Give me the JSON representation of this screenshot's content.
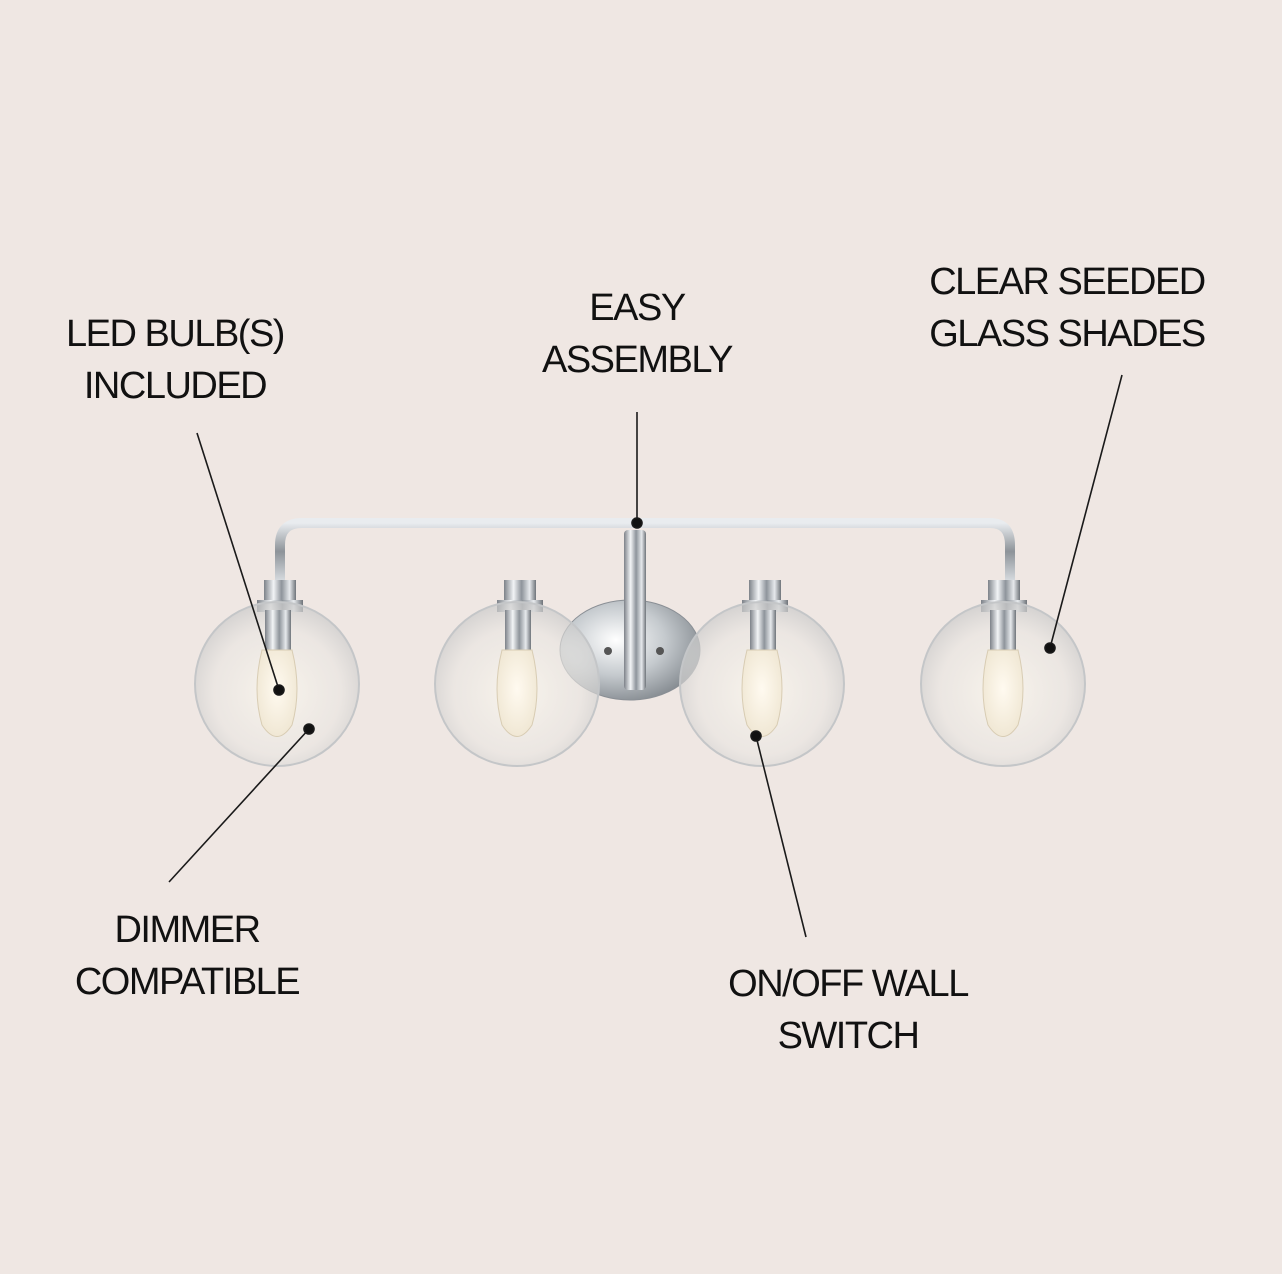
{
  "colors": {
    "background": "#efe7e3",
    "text": "#111111",
    "chrome": "#b8bcc2",
    "callout_line": "#1a1a1a"
  },
  "callouts": {
    "led_bulbs": {
      "line1": "LED BULB(S)",
      "line2": "INCLUDED"
    },
    "easy_assembly": {
      "line1": "EASY",
      "line2": "ASSEMBLY"
    },
    "glass_shades": {
      "line1": "CLEAR SEEDED",
      "line2": "GLASS SHADES"
    },
    "dimmer": {
      "line1": "DIMMER",
      "line2": "COMPATIBLE"
    },
    "switch": {
      "line1": "ON/OFF WALL",
      "line2": "SWITCH"
    }
  },
  "product": {
    "name": "4-light vanity fixture",
    "light_count": 4,
    "finish": "chrome",
    "shade": "clear seeded glass globe"
  }
}
